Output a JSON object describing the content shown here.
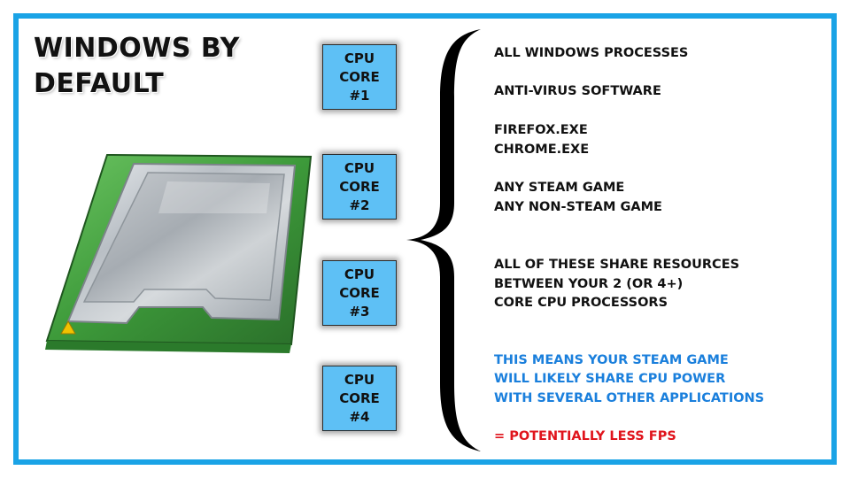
{
  "title": {
    "line1": "WINDOWS BY",
    "line2": "DEFAULT"
  },
  "cores": [
    {
      "line1": "CPU",
      "line2": "CORE",
      "line3": "#1"
    },
    {
      "line1": "CPU",
      "line2": "CORE",
      "line3": "#2"
    },
    {
      "line1": "CPU",
      "line2": "CORE",
      "line3": "#3"
    },
    {
      "line1": "CPU",
      "line2": "CORE",
      "line3": "#4"
    }
  ],
  "processes": {
    "windows": "ALL WINDOWS PROCESSES",
    "antivirus": "ANTI-VIRUS SOFTWARE",
    "firefox": "FIREFOX.EXE",
    "chrome": "CHROME.EXE",
    "steam_game": "ANY STEAM GAME",
    "non_steam_game": "ANY NON-STEAM GAME"
  },
  "share_note": [
    "ALL OF THESE SHARE RESOURCES",
    "BETWEEN YOUR 2 (OR 4+)",
    "CORE CPU PROCESSORS"
  ],
  "meaning_note": [
    "THIS MEANS YOUR STEAM GAME",
    "WILL LIKELY SHARE CPU POWER",
    "WITH SEVERAL OTHER APPLICATIONS"
  ],
  "conclusion": "= POTENTIALLY LESS FPS",
  "colors": {
    "frame_border": "#1aa3e6",
    "core_fill": "#5ec0f5",
    "meaning_text": "#1a7fdc",
    "conclusion_text": "#e0141c",
    "cpu_substrate": "#3d9a3a"
  },
  "illustration": "cpu-chip-icon"
}
